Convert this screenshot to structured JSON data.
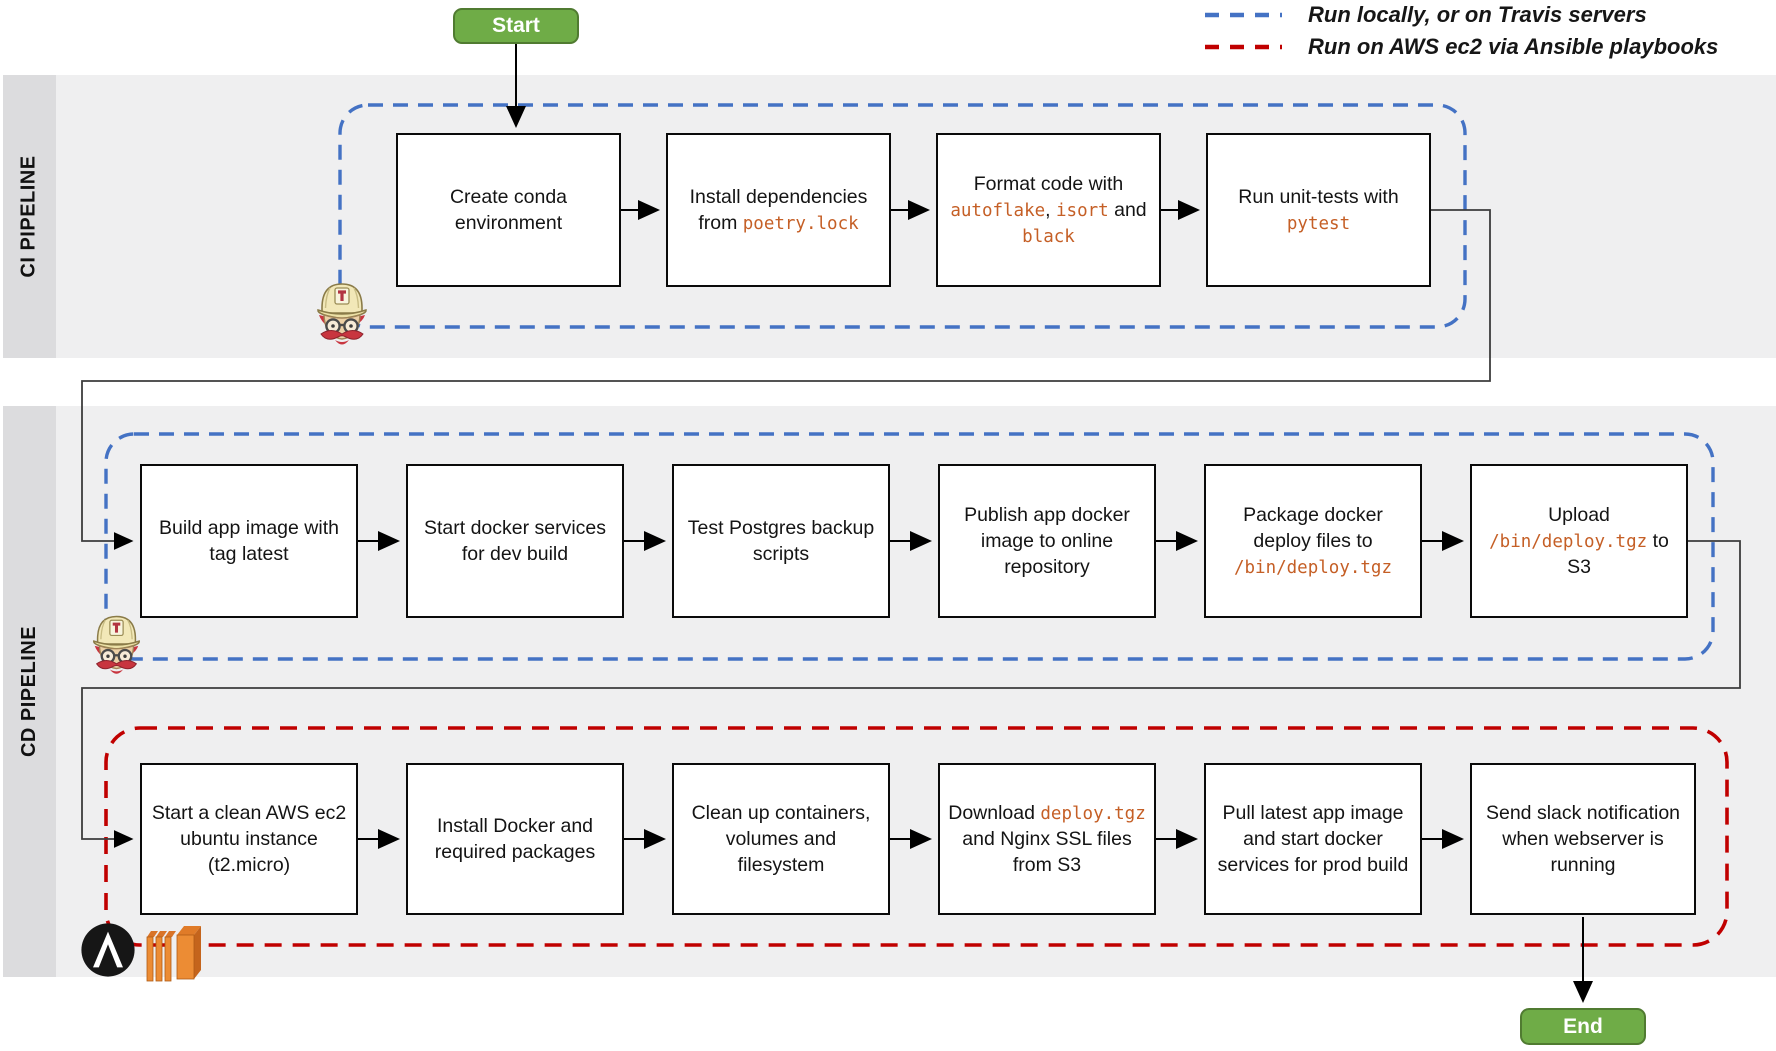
{
  "legend": {
    "items": [
      {
        "name": "travis-scope",
        "color": "#4472C4",
        "label": "Run locally, or on Travis servers"
      },
      {
        "name": "ansible-scope",
        "color": "#C00000",
        "label": "Run on AWS ec2 via Ansible playbooks"
      }
    ]
  },
  "terminals": {
    "start": "Start",
    "end": "End"
  },
  "bands": [
    {
      "label": "CI PIPELINE"
    },
    {
      "label": "CD PIPELINE"
    }
  ],
  "flows": {
    "ci": {
      "boxes": [
        {
          "segments": [
            {
              "t": "Create conda environment"
            }
          ]
        },
        {
          "segments": [
            {
              "t": "Install dependencies from "
            },
            {
              "t": "poetry.lock",
              "code": true
            }
          ]
        },
        {
          "segments": [
            {
              "t": "Format code with "
            },
            {
              "t": "autoflake",
              "code": true
            },
            {
              "t": ", "
            },
            {
              "t": "isort",
              "code": true
            },
            {
              "t": " and "
            },
            {
              "t": "black",
              "code": true
            }
          ]
        },
        {
          "segments": [
            {
              "t": "Run unit-tests with "
            },
            {
              "t": "pytest",
              "code": true
            }
          ]
        }
      ]
    },
    "cd_dev": {
      "boxes": [
        {
          "segments": [
            {
              "t": "Build app image with tag latest"
            }
          ]
        },
        {
          "segments": [
            {
              "t": "Start docker services for dev build"
            }
          ]
        },
        {
          "segments": [
            {
              "t": "Test Postgres backup scripts"
            }
          ]
        },
        {
          "segments": [
            {
              "t": "Publish app docker image to online repository"
            }
          ]
        },
        {
          "segments": [
            {
              "t": "Package docker deploy files to "
            },
            {
              "t": "/bin/deploy.tgz",
              "code": true
            }
          ]
        },
        {
          "segments": [
            {
              "t": "Upload "
            },
            {
              "t": "/bin/deploy.tgz",
              "code": true
            },
            {
              "t": " to S3"
            }
          ]
        }
      ]
    },
    "cd_prod": {
      "boxes": [
        {
          "segments": [
            {
              "t": "Start a clean AWS ec2 ubuntu instance (t2.micro)"
            }
          ]
        },
        {
          "segments": [
            {
              "t": "Install Docker and required packages"
            }
          ]
        },
        {
          "segments": [
            {
              "t": "Clean up containers, volumes and filesystem"
            }
          ]
        },
        {
          "segments": [
            {
              "t": "Download "
            },
            {
              "t": "deploy.tgz",
              "code": true
            },
            {
              "t": " and Nginx SSL files from S3"
            }
          ]
        },
        {
          "segments": [
            {
              "t": "Pull latest app image and start docker services for prod build"
            }
          ]
        },
        {
          "segments": [
            {
              "t": "Send slack notification when webserver is running"
            }
          ]
        }
      ]
    }
  },
  "icons": [
    {
      "name": "travis-ci-mascot"
    },
    {
      "name": "ansible-logo"
    },
    {
      "name": "aws-ec2-logo"
    }
  ],
  "colors": {
    "travis_dash": "#4472C4",
    "ansible_dash": "#C00000",
    "terminal_green": "#6FAC47",
    "terminal_border": "#507B31",
    "code_orange": "#C55F26",
    "band_fill": "#efeff0",
    "band_strip": "#dcdcde"
  }
}
